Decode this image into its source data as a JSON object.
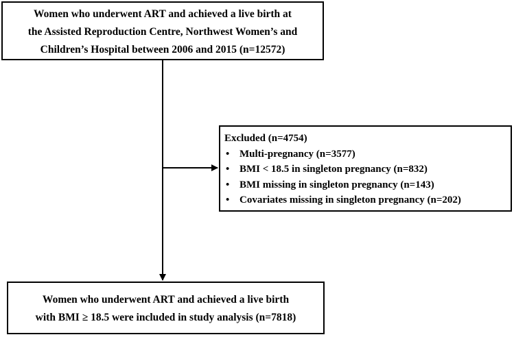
{
  "top_box": {
    "lines": [
      "Women who underwent ART and achieved a live birth at",
      "the Assisted Reproduction Centre, Northwest Women’s and",
      "Children’s Hospital between 2006 and 2015 (n=12572)"
    ]
  },
  "excluded_box": {
    "title": "Excluded (n=4754)",
    "items": [
      "Multi-pregnancy (n=3577)",
      "BMI < 18.5 in singleton pregnancy (n=832)",
      "BMI missing in singleton pregnancy (n=143)",
      "Covariates missing in singleton pregnancy (n=202)"
    ]
  },
  "bottom_box": {
    "lines": [
      "Women who underwent ART and achieved a live birth",
      "with BMI ≥ 18.5  were included in study analysis (n=7818)"
    ]
  }
}
